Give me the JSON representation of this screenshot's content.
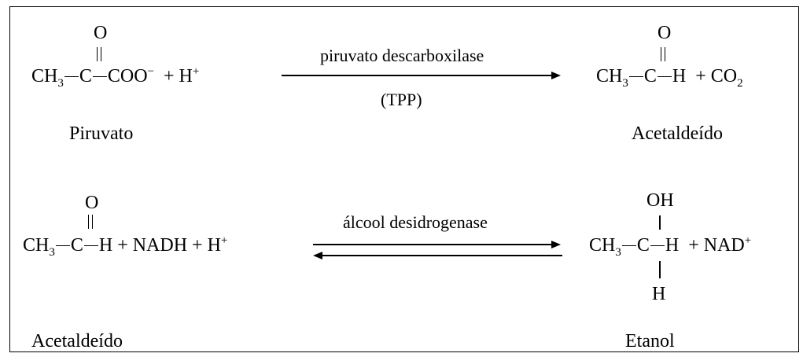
{
  "reaction1": {
    "reactant": {
      "o_top": "O",
      "ch3": "CH",
      "ch3_sub": "3",
      "c": "C",
      "coo": "COO",
      "coo_charge": "−",
      "plus_h": "+ H",
      "h_charge": "+",
      "name": "Piruvato"
    },
    "enzyme": "piruvato descarboxilase",
    "cofactor": "(TPP)",
    "product": {
      "o_top": "O",
      "ch3": "CH",
      "ch3_sub": "3",
      "c": "C",
      "h": "H",
      "plus_co2": "+ CO",
      "co2_sub": "2",
      "name": "Acetaldeído"
    }
  },
  "reaction2": {
    "reactant": {
      "o_top": "O",
      "ch3": "CH",
      "ch3_sub": "3",
      "c": "C",
      "h_nadh": "H + NADH + H",
      "h_charge": "+",
      "name": "Acetaldeído"
    },
    "enzyme": "álcool desidrogenase",
    "product": {
      "oh_top": "OH",
      "ch3": "CH",
      "ch3_sub": "3",
      "c": "C",
      "h": "H",
      "plus_nad": "+ NAD",
      "nad_charge": "+",
      "h_bottom": "H",
      "name": "Etanol"
    }
  }
}
